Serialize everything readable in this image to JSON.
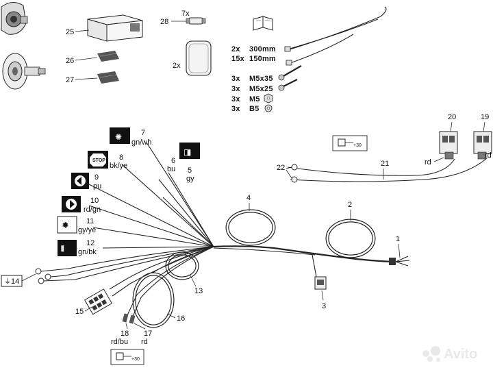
{
  "parts_top": {
    "p25": "25",
    "p26": "26",
    "p27": "27",
    "p28": "28",
    "qty28": "7x",
    "qty_pad": "2x"
  },
  "kit": [
    {
      "qty": "2x",
      "desc": "300mm"
    },
    {
      "qty": "15x",
      "desc": "150mm"
    },
    {
      "qty": "3x",
      "desc": "M5x35"
    },
    {
      "qty": "3x",
      "desc": "M5x25"
    },
    {
      "qty": "3x",
      "desc": "M5"
    },
    {
      "qty": "3x",
      "desc": "B5"
    }
  ],
  "wires": [
    {
      "num": "7",
      "color": "gn/wh"
    },
    {
      "num": "8",
      "color": "bk/ye"
    },
    {
      "num": "6",
      "color": "bu"
    },
    {
      "num": "5",
      "color": "gy"
    },
    {
      "num": "9",
      "color": "pu"
    },
    {
      "num": "10",
      "color": "rd/gn"
    },
    {
      "num": "11",
      "color": "gy/ye"
    },
    {
      "num": "12",
      "color": "gn/bk"
    }
  ],
  "stop_text": "STOP",
  "labels": {
    "n1": "1",
    "n2": "2",
    "n3": "3",
    "n4": "4",
    "n13": "13",
    "n14": "14",
    "n15": "15",
    "n16": "16",
    "n17": "17",
    "c17": "rd",
    "n18": "18",
    "c18": "rd/bu",
    "n19": "19",
    "n20": "20",
    "n21": "21",
    "n22": "22",
    "rd_a": "rd",
    "rd_b": "rd",
    "plus30_a": "+30",
    "plus30_b": "+30"
  },
  "watermark": "Avito"
}
